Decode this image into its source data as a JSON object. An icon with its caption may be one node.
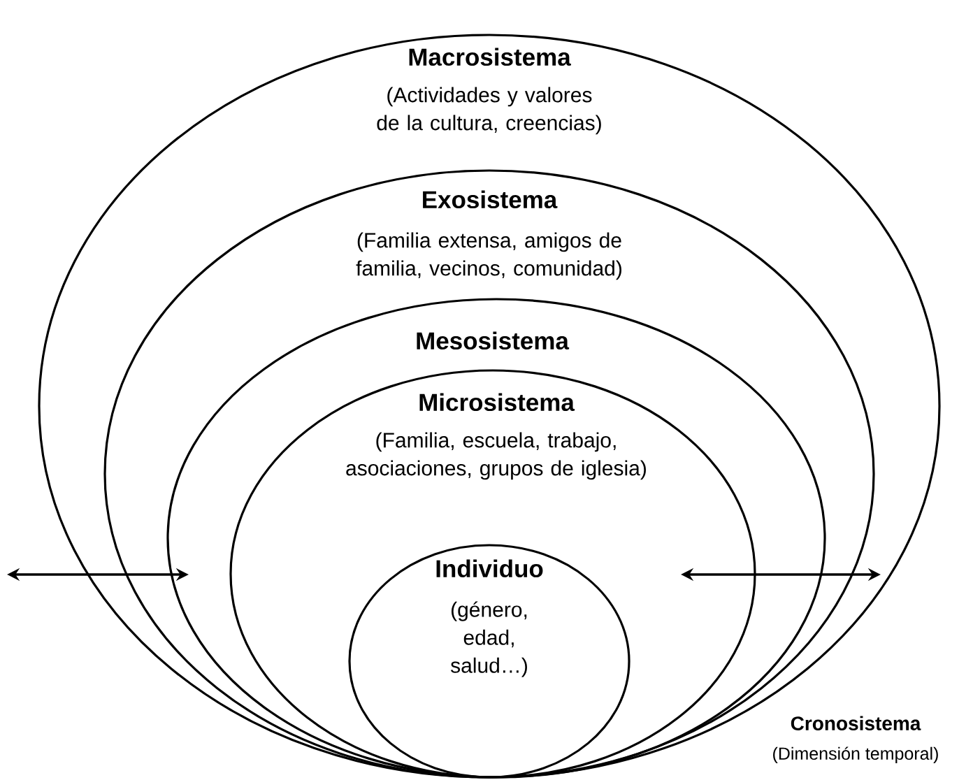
{
  "diagram": {
    "nodes": [
      {
        "text": [
          "Macrosistema",
          "(Actividades y valores de la cultura, creencias)"
        ]
      },
      {
        "text": [
          "Exosistema",
          "(Familia extensa, amigos de familia, vecinos, comunidad)"
        ],
        "in": 0
      },
      {
        "text": [
          "Mesosistema"
        ],
        "in": 1
      },
      {
        "text": [
          "Microsistema",
          "(Familia, escuela, trabajo, asociaciones, grupos de iglesia)"
        ],
        "in": 2
      },
      {
        "text": [
          "Individuo",
          "(género, edad, salud…)"
        ],
        "in": 3
      }
    ],
    "labels": [
      "Cronosistema",
      "(Dimensión temporal)"
    ]
  }
}
